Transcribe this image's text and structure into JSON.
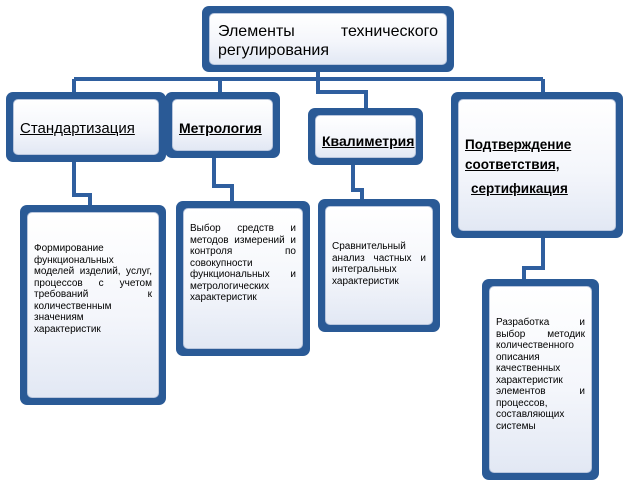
{
  "root": {
    "line1": "Элементы технического",
    "line2": "регулирования"
  },
  "branches": [
    {
      "title": "Стандартизация",
      "description": "Формирование функциональных моделей изделий, услуг, процессов с учетом требований к количественным значениям характеристик"
    },
    {
      "title": "Метрология",
      "description": "Выбор средств и методов измерений и контроля по совокупности функциональных и метрологических характеристик"
    },
    {
      "title": "Квалиметрия",
      "description": "Сравнительный анализ частных и интегральных характеристик"
    },
    {
      "title_line1": "Подтверждение",
      "title_line2": "соответствия,",
      "title_line3": "сертификация",
      "description": "Разработка и выбор методик количественного описания качественных характеристик элементов и процессов, составляющих системы"
    }
  ],
  "colors": {
    "shadow": "#2a5a96",
    "connector": "#2f5f9f",
    "box_border": "#b9c6dd"
  }
}
